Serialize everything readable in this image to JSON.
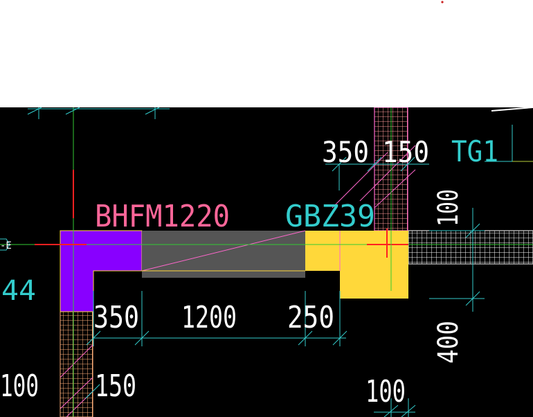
{
  "colors": {
    "background": "#000000",
    "top_strip": "#ffffff",
    "cyan": "#33cccc",
    "white": "#ffffff",
    "magenta": "#ff66cc",
    "pink_text": "#ff6699",
    "green_axis": "#33cc33",
    "red_axis": "#ff2020",
    "purple_column": "#8800ff",
    "yellow_column": "#ffd83a",
    "door_gray": "#555555",
    "yellow_green": "#b7d13a"
  },
  "labels": {
    "door_code": "BHFM1220",
    "column_code": "GBZ39",
    "beam_code": "TG1",
    "axis_tag": "-E",
    "axis_offset": "44"
  },
  "dimensions": {
    "top_left": "350",
    "top_right": "150",
    "right_vertical_upper": "100",
    "right_vertical_lower": "400",
    "opening_left": "350",
    "opening_width": "1200",
    "opening_right": "250",
    "left_wall": "100",
    "left_wall_right": "150",
    "bottom_center": "100"
  }
}
